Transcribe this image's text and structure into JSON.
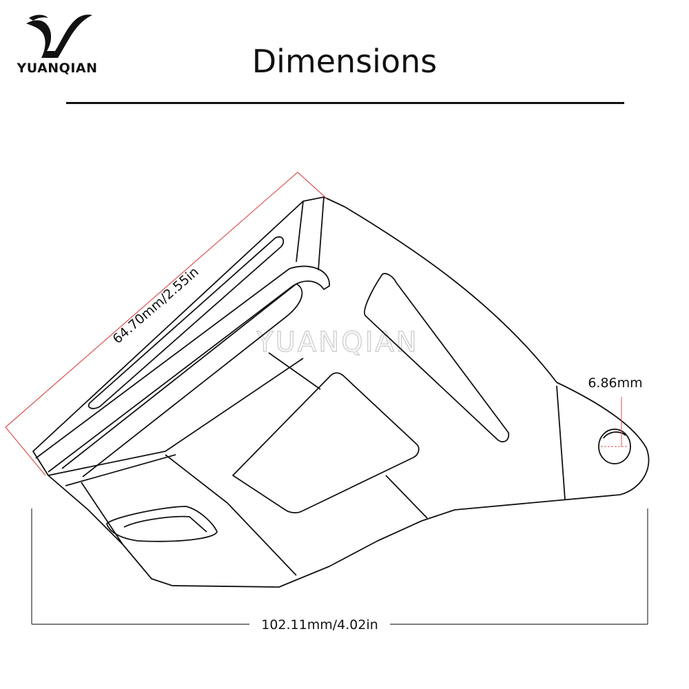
{
  "brand": {
    "logo_icon": "yuanqian-y-logo",
    "name": "YUANQIAN"
  },
  "header": {
    "title": "Dimensions"
  },
  "watermark": "YUANQIAN",
  "dimensions": {
    "diagonal": "64.70mm/2.55in",
    "hole": "6.86mm",
    "width": "102.11mm/4.02in"
  },
  "colors": {
    "outline": "#111111",
    "dimension_line_red": "#d9534f",
    "dimension_line_black": "#333333",
    "watermark": "#cfcfcf"
  }
}
